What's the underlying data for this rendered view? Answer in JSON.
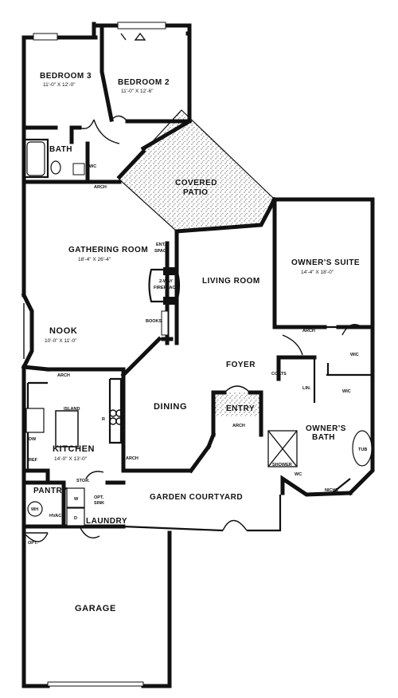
{
  "rooms": {
    "bedroom3": {
      "name": "BEDROOM 3",
      "size": "11'-0\" X 12'-0\""
    },
    "bedroom2": {
      "name": "BEDROOM 2",
      "size": "11'-0\" X 12'-6\""
    },
    "covered_patio_l1": "COVERED",
    "covered_patio_l2": "PATIO",
    "gathering": {
      "name": "GATHERING ROOM",
      "size": "18'-4\" X 26'-4\""
    },
    "owners_suite": {
      "name": "OWNER'S SUITE",
      "size": "14'-4\" X 18'-0\""
    },
    "living": "LIVING ROOM",
    "nook": {
      "name": "NOOK",
      "size": "10'-0\" X 11'-0\""
    },
    "kitchen": {
      "name": "KITCHEN",
      "size": "14'-0\" X 13'-0\""
    },
    "dining": "DINING",
    "foyer": "FOYER",
    "entry": "ENTRY",
    "owners_bath_l1": "OWNER'S",
    "owners_bath_l2": "BATH",
    "garden_courtyard": "GARDEN COURTYARD",
    "garage": "GARAGE",
    "laundry": "LAUNDRY",
    "pantry": "PANTRY",
    "bath": "BATH"
  },
  "labels": {
    "arch": "ARCH",
    "ent_space_l1": "ENT.",
    "ent_space_l2": "SPACE",
    "fireplace_l1": "2-WAY",
    "fireplace_l2": "FIREPLACE",
    "books": "BOOKS",
    "wic": "WIC",
    "coats": "COATS",
    "lin": "LIN.",
    "shower": "SHOWER",
    "tub": "TUB",
    "wc": "WC",
    "niche": "NICHE",
    "island": "ISLAND",
    "dw": "DW",
    "ref": "REF",
    "r": "R",
    "stor": "STOR.",
    "opt_sink_l1": "OPT.",
    "opt_sink_l2": "SINK",
    "w": "W",
    "d": "D",
    "wh": "WH",
    "hvac": "HVAC",
    "opt": "OPT."
  }
}
